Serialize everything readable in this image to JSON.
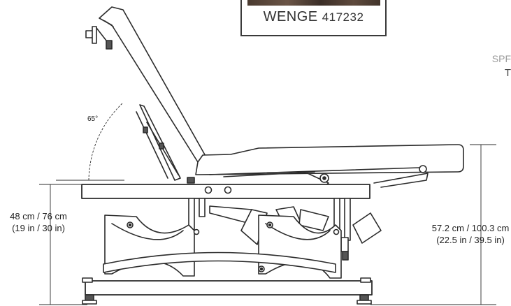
{
  "swatch": {
    "name": "WENGE",
    "code": "417232"
  },
  "side_text": {
    "line1": "SPF",
    "line2": "T"
  },
  "angle": {
    "label": "65°"
  },
  "dimensions": {
    "base_height": {
      "line1": "48 cm / 76 cm",
      "line2": "(19 in / 30 in)"
    },
    "top_height": {
      "line1": "57.2 cm / 100.3 cm",
      "line2": "(22.5 in / 39.5 in)"
    }
  },
  "colors": {
    "line": "#2b2b2b",
    "frame": "#3a3a3a",
    "fill": "#ffffff",
    "dark_part": "#555555"
  }
}
